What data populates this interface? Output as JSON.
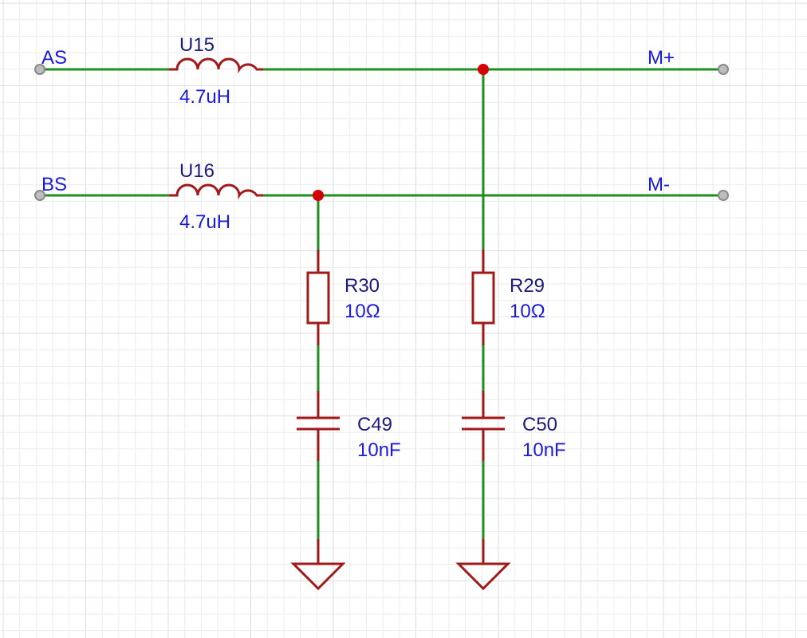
{
  "colors": {
    "background": "#ffffff",
    "grid_minor": "#ececec",
    "grid_major": "#dcdcdc",
    "wire": "#1f8f1f",
    "component": "#a11a1a",
    "junction": "#d40000",
    "port": "#9a9a9a",
    "net_label": "#1a1adb",
    "designator": "#1a1a7a",
    "value": "#1a1adb"
  },
  "nets": {
    "as": "AS",
    "bs": "BS",
    "m_plus": "M+",
    "m_minus": "M-"
  },
  "components": {
    "u15": {
      "designator": "U15",
      "value": "4.7uH",
      "symbol": "inductor-symbol"
    },
    "u16": {
      "designator": "U16",
      "value": "4.7uH",
      "symbol": "inductor-symbol"
    },
    "r30": {
      "designator": "R30",
      "value": "10Ω",
      "symbol": "resistor-symbol"
    },
    "r29": {
      "designator": "R29",
      "value": "10Ω",
      "symbol": "resistor-symbol"
    },
    "c49": {
      "designator": "C49",
      "value": "10nF",
      "symbol": "capacitor-symbol"
    },
    "c50": {
      "designator": "C50",
      "value": "10nF",
      "symbol": "capacitor-symbol"
    }
  },
  "grounds": [
    "ground-symbol",
    "ground-symbol"
  ]
}
